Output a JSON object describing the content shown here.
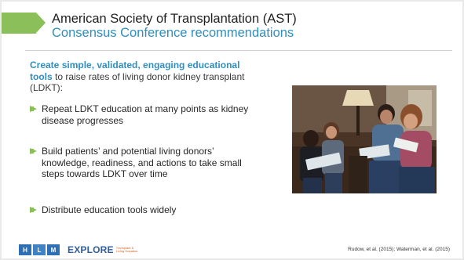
{
  "slide": {
    "title_line1": "American Society of Transplantation (AST)",
    "title_line2": "Consensus Conference recommendations",
    "intro_bold": "Create simple, validated, engaging educational tools",
    "intro_rest": " to raise rates of living donor kidney transplant (LDKT):",
    "bullets": [
      "Repeat LDKT education at many points as kidney disease progresses",
      "Build patients’ and potential living donors’ knowledge, readiness, and actions to take small steps towards LDKT over time",
      "Distribute education tools widely"
    ],
    "photo_icon": "family-reading-photo"
  },
  "footer": {
    "hlm_letters": [
      "H",
      "L",
      "M"
    ],
    "explore": "EXPLORE",
    "explore_sub": "Transplant & Living Donation",
    "citation": "Rudow, et al. (2015); Waterman, et al. (2015)"
  },
  "colors": {
    "accent_green": "#8bbf5a",
    "title_blue": "#2e8fc0",
    "logo_blue": "#2e6fb5",
    "logo_orange": "#d1601b"
  }
}
